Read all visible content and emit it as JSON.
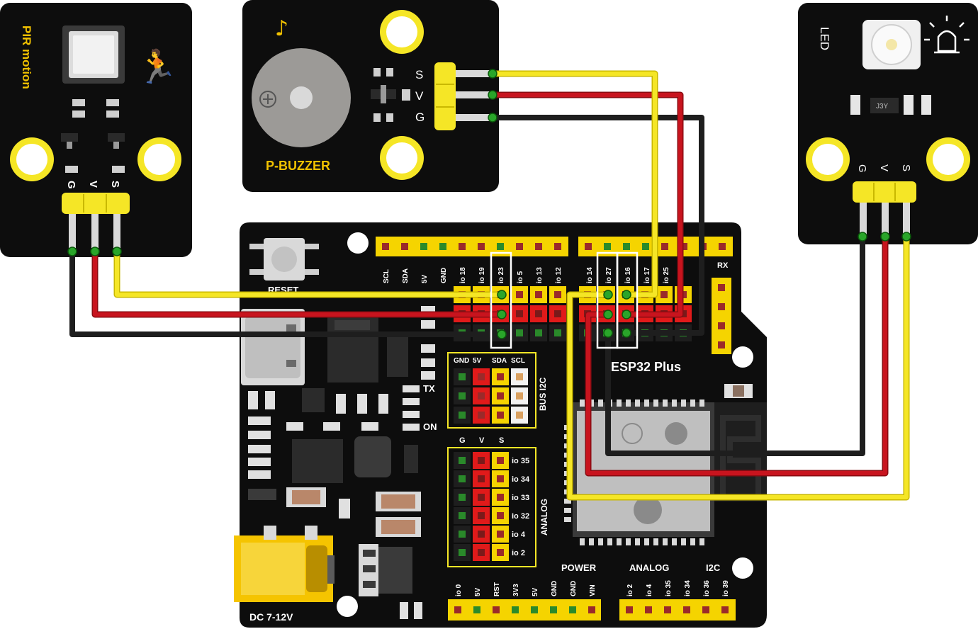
{
  "pir": {
    "title": "PIR motion",
    "pins": [
      "G",
      "V",
      "S"
    ]
  },
  "buzzer": {
    "title": "P-BUZZER",
    "pins": [
      "S",
      "V",
      "G"
    ]
  },
  "led": {
    "title": "LED",
    "pins": [
      "G",
      "V",
      "S"
    ],
    "chip": "J3Y"
  },
  "board": {
    "name": "ESP32 Plus",
    "reset": "RESET",
    "power_jack": "DC 7-12V",
    "tx": "TX",
    "on": "ON",
    "rx": "RX",
    "top_left_pins": [
      "SCL",
      "SDA",
      "5V",
      "GND",
      "io 18",
      "io 19",
      "io 23",
      "io 5",
      "io 13",
      "io 12"
    ],
    "top_right_pins": [
      "io 14",
      "io 27",
      "io 16",
      "io 17",
      "io 25"
    ],
    "i2c_header": [
      "GND",
      "5V",
      "SDA",
      "SCL"
    ],
    "bus_i2c": "BUS I2C",
    "gvs_header": [
      "G",
      "V",
      "S"
    ],
    "analog_pins": [
      "io 35",
      "io 34",
      "io 33",
      "io 32",
      "io 4",
      "io 2"
    ],
    "analog_label": "ANALOG",
    "bottom_groups": [
      "POWER",
      "ANALOG",
      "I2C"
    ],
    "bottom_pins": [
      "io 0",
      "5V",
      "RST",
      "3V3",
      "5V",
      "GND",
      "GND",
      "VIN",
      "io 2",
      "io 4",
      "io 35",
      "io 34",
      "io 36",
      "io 39"
    ]
  },
  "colors": {
    "signal": "#f5e626",
    "power": "#c8141e",
    "ground": "#1e1e1e",
    "pcb": "#0d0d0d",
    "header": "#f5d400"
  }
}
